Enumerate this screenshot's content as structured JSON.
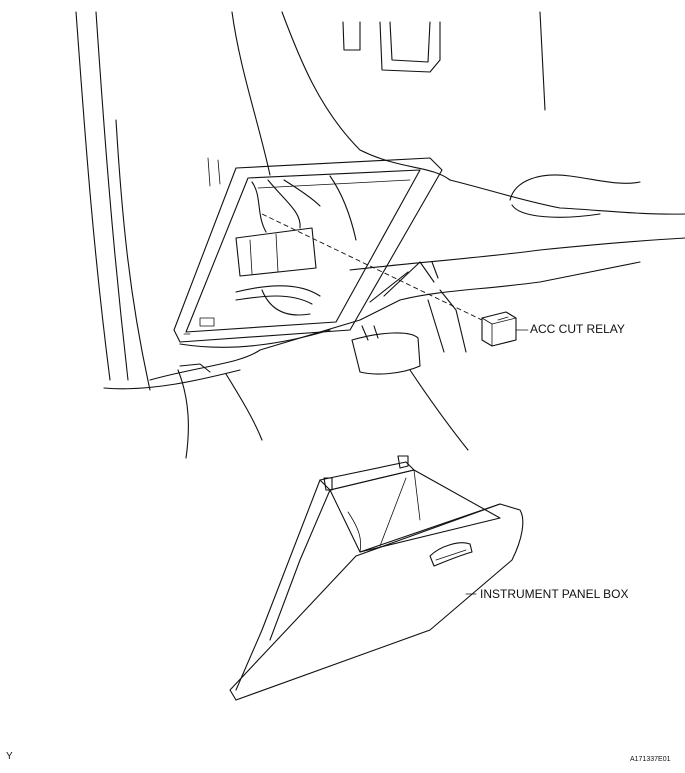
{
  "labels": {
    "acc_cut_relay": "ACC CUT RELAY",
    "instrument_panel_box": "INSTRUMENT PANEL BOX"
  },
  "footer": {
    "corner_mark": "Y",
    "figure_code": "A171337E01"
  }
}
